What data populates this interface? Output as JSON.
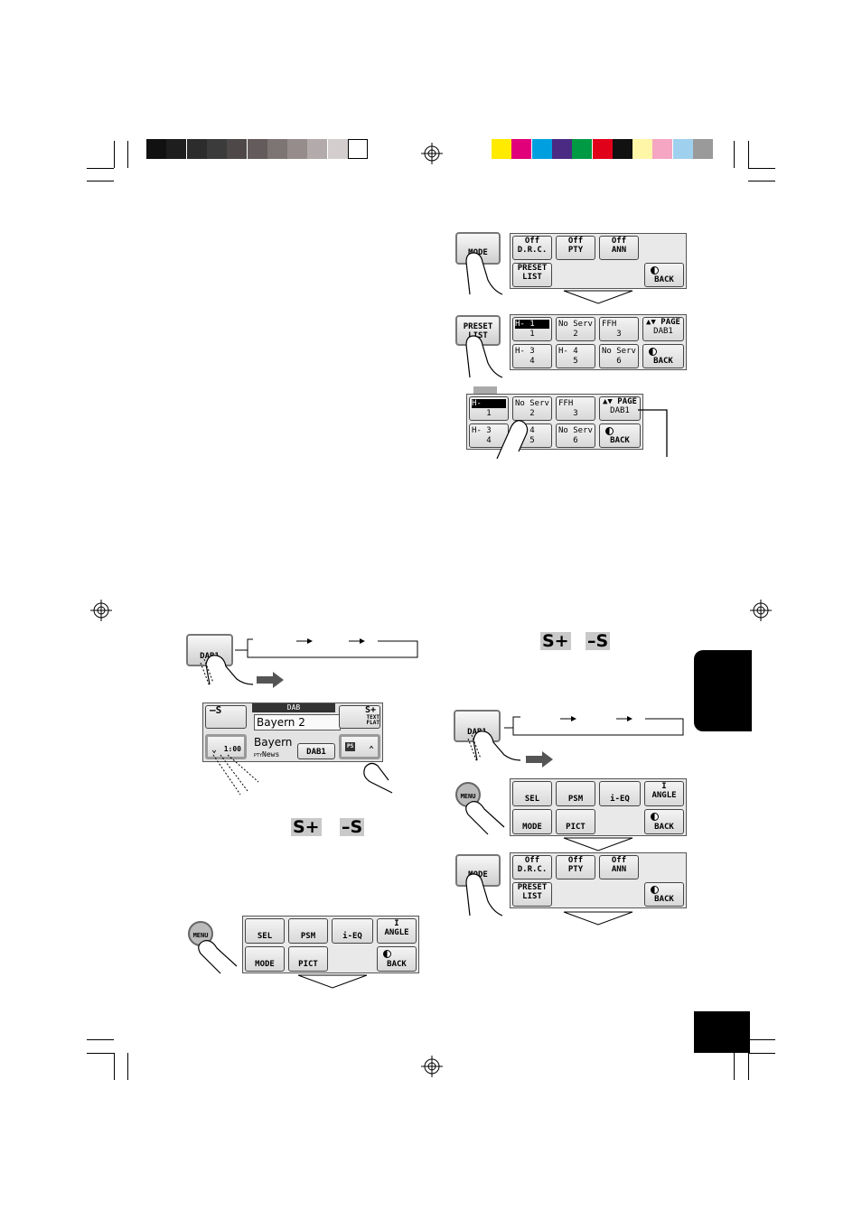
{
  "color_bar": {
    "gray_steps": [
      "#111111",
      "#1e1e1e",
      "#2c2c2c",
      "#3b3b3b",
      "#4e4848",
      "#645c5c",
      "#7d7474",
      "#968c8c",
      "#b3abab",
      "#d4cdcd",
      "#ffffff"
    ],
    "process_colors": [
      "#ffea00",
      "#e2007a",
      "#00a0e0",
      "#4b2a83",
      "#009a44",
      "#e1001a",
      "#111111",
      "#fff6a8",
      "#f4a6c2",
      "#9fd0ee",
      "#9a9a9a"
    ]
  },
  "mode_menu": {
    "mode_label": "MODE",
    "drc": {
      "value": "Off",
      "label": "D.R.C."
    },
    "pty": {
      "value": "Off",
      "label": "PTY"
    },
    "ann": {
      "value": "Off",
      "label": "ANN"
    },
    "preset": {
      "line1": "PRESET",
      "line2": "LIST"
    },
    "back": "BACK"
  },
  "preset_list": {
    "button": {
      "line1": "PRESET",
      "line2": "LIST"
    },
    "items": [
      {
        "name": "H- 1",
        "num": "1"
      },
      {
        "name": "No Serv",
        "num": "2"
      },
      {
        "name": "FFH",
        "num": "3"
      },
      {
        "name": "H- 3",
        "num": "4"
      },
      {
        "name": "H- 4",
        "num": "5"
      },
      {
        "name": "No Serv",
        "num": "6"
      }
    ],
    "page_label": "PAGE",
    "band": "DAB1",
    "back": "BACK"
  },
  "preset_list_2": {
    "items": [
      {
        "name": "H-",
        "num": "1"
      },
      {
        "name": "No Serv",
        "num": "2"
      },
      {
        "name": "FFH",
        "num": "3"
      },
      {
        "name": "H- 3",
        "num": "4"
      },
      {
        "name": "H- 4",
        "num": "5"
      },
      {
        "name": "No Serv",
        "num": "6"
      }
    ],
    "page_label": "PAGE",
    "band": "DAB1",
    "back": "BACK"
  },
  "dab_button_left": "DAB1",
  "dab_screen": {
    "minus_s": "–S",
    "s_plus": "S+",
    "header": "DAB",
    "service": "Bayern 2",
    "ensemble": "Bayern",
    "pty": "News",
    "pty_prefix": "PTY",
    "time": "1:00",
    "text_label": "TEXT",
    "flat_label": "FLAT",
    "band": "DAB1",
    "ps": "PS"
  },
  "symbols": {
    "s_plus": "S+",
    "minus_s": "–S"
  },
  "main_menu": {
    "menu": "MENU",
    "sel": "SEL",
    "psm": "PSM",
    "ieq": "i-EQ",
    "angle": "ANGLE",
    "angle_top": "I",
    "mode": "MODE",
    "pict": "PICT",
    "back": "BACK"
  },
  "dab_button_right": "DAB1",
  "main_menu_right": {
    "menu": "MENU",
    "sel": "SEL",
    "psm": "PSM",
    "ieq": "i-EQ",
    "angle": "ANGLE",
    "angle_top": "I",
    "mode": "MODE",
    "pict": "PICT",
    "back": "BACK"
  },
  "mode_menu_right": {
    "mode_label": "MODE",
    "drc": {
      "value": "Off",
      "label": "D.R.C."
    },
    "pty": {
      "value": "Off",
      "label": "PTY"
    },
    "ann": {
      "value": "Off",
      "label": "ANN"
    },
    "preset": {
      "line1": "PRESET",
      "line2": "LIST"
    },
    "back": "BACK"
  }
}
